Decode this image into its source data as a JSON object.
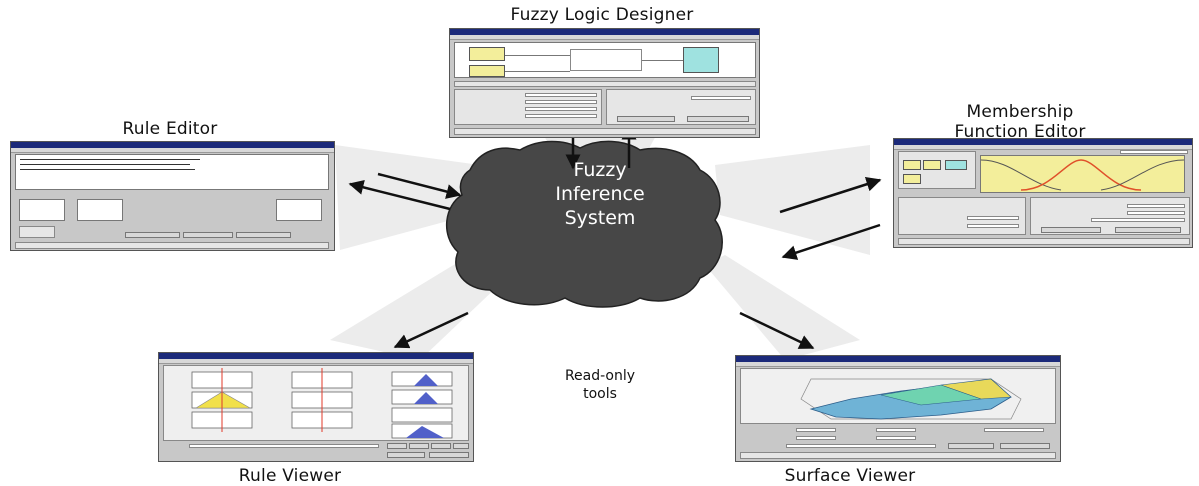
{
  "title": "",
  "center": {
    "lines": [
      "Fuzzy",
      "Inference",
      "System"
    ]
  },
  "tools": {
    "fis_editor": "Fuzzy Logic Designer",
    "rule_editor": "Rule Editor",
    "mf_editor_line1": "Membership",
    "mf_editor_line2": "Function Editor",
    "rule_viewer": "Rule Viewer",
    "surface_viewer": "Surface Viewer"
  },
  "readonly": {
    "line1": "Read-only",
    "line2": "tools"
  },
  "colors": {
    "center_blob": "#474747",
    "spoke": "#ececec",
    "window_title": "#1c2a7a",
    "window_body": "#c8c8c8",
    "plot_yellow": "#f3ee9b",
    "plot_cyan": "#9fe2e0",
    "mf_red": "#e0502a",
    "arrow": "#111111"
  }
}
